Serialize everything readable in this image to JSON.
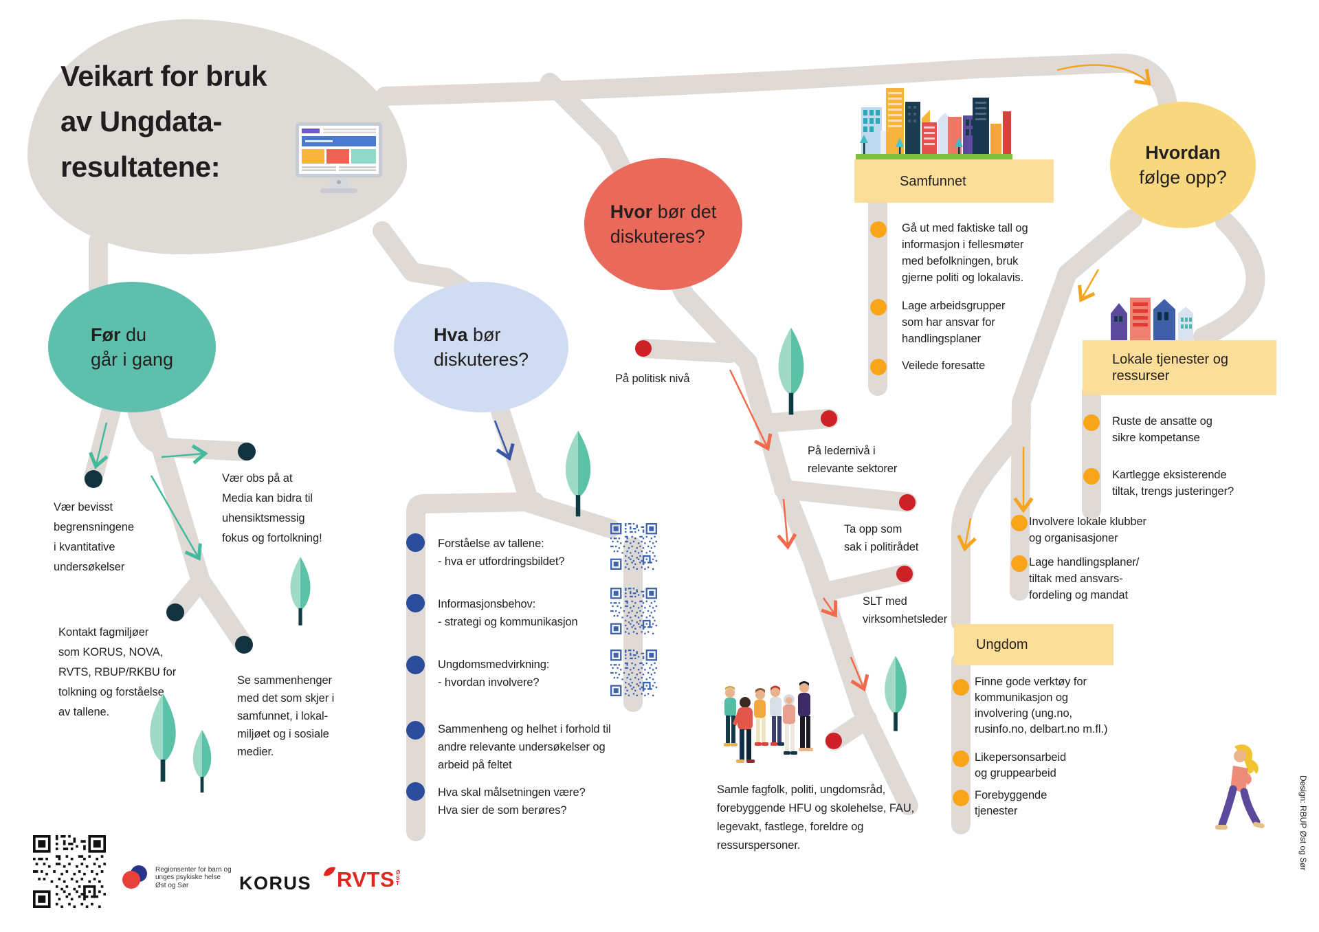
{
  "title": "Veikart for bruk\nav Ungdata-\nresultatene:",
  "stages": {
    "before": {
      "bold": "Før",
      "rest": " du\ngår i gang"
    },
    "what": {
      "bold": "Hva",
      "rest": " bør\ndiskuteres?"
    },
    "where": {
      "bold": "Hvor",
      "rest": " bør det\ndiskuteres?"
    },
    "how": {
      "bold": "Hvordan",
      "rest": "\nfølge opp?"
    }
  },
  "before_notes": [
    "Vær bevisst\nbegrensningene\ni kvantitative\nundersøkelser",
    "Vær obs på at\nMedia kan bidra til\nuhensiktsmessig\nfokus og fortolkning!",
    "Kontakt fagmiljøer\nsom KORUS, NOVA,\nRVTS, RBUP/RKBU for\ntolkning og forståelse\nav tallene.",
    "Se sammenhenger\nmed det som skjer i\nsamfunnet, i lokal-\nmiljøet og i sosiale\nmedier."
  ],
  "what_items": [
    "Forståelse av tallene:\n- hva er utfordringsbildet?",
    "Informasjonsbehov:\n- strategi og kommunikasjon",
    "Ungdomsmedvirkning:\n- hvordan involvere?",
    "Sammenheng og helhet i forhold til\nandre relevante undersøkelser og\narbeid på feltet",
    "Hva skal målsetningen være?\nHva sier de som berøres?"
  ],
  "where_notes": [
    "På politisk nivå",
    "På ledernivå i\nrelevante sektorer",
    "Ta opp som\nsak i politirådet",
    "SLT med\nvirksomhetsleder",
    "Samle fagfolk, politi, ungdomsråd,\nforebyggende HFU og skolehelse, FAU,\nlegevakt, fastlege, foreldre og\nressurspersoner."
  ],
  "sections": {
    "samfunnet": {
      "title": "Samfunnet",
      "items": [
        "Gå ut med faktiske tall og\ninformasjon i fellesmøter\nmed befolkningen, bruk\ngjerne politi og lokalavis.",
        "Lage arbeidsgrupper\nsom har ansvar for\nhandlingsplaner",
        "Veilede foresatte"
      ]
    },
    "lokale": {
      "title": "Lokale tjenester og\nressurser",
      "items": [
        "Ruste de ansatte og\nsikre kompetanse",
        "Kartlegge eksisterende\ntiltak, trengs justeringer?",
        "Involvere lokale klubber\nog organisasjoner",
        "Lage handlingsplaner/\ntiltak med ansvars-\nfordeling og mandat"
      ]
    },
    "ungdom": {
      "title": "Ungdom",
      "items": [
        "Finne gode verktøy for\nkommunikasjon og\ninvolvering (ung.no,\nrusinfo.no, delbart.no m.fl.)",
        "Likepersonsarbeid\nog gruppearbeid",
        "Forebyggende\ntjenester"
      ]
    }
  },
  "footer": {
    "regionsenter": "Regionsenter for barn og\nunges psykiske helse\nØst og Sør",
    "korus": "KORUS",
    "rvts": "RVTS",
    "rvts_region": "Ø\nS\nT",
    "design_credit": "Design: RBUP Øst og Sør"
  },
  "colors": {
    "road": "#dfdad5",
    "stage_before": "#5ebfac",
    "stage_what": "#cfdcf2",
    "stage_where": "#e96a5b",
    "stage_how": "#f8d87e",
    "section_box": "#fbde9a",
    "dot_dark": "#12333f",
    "dot_blue": "#2b4c9b",
    "dot_red": "#ce2127",
    "dot_orange": "#f9a51a",
    "qr_blue": "#3d63ae"
  }
}
